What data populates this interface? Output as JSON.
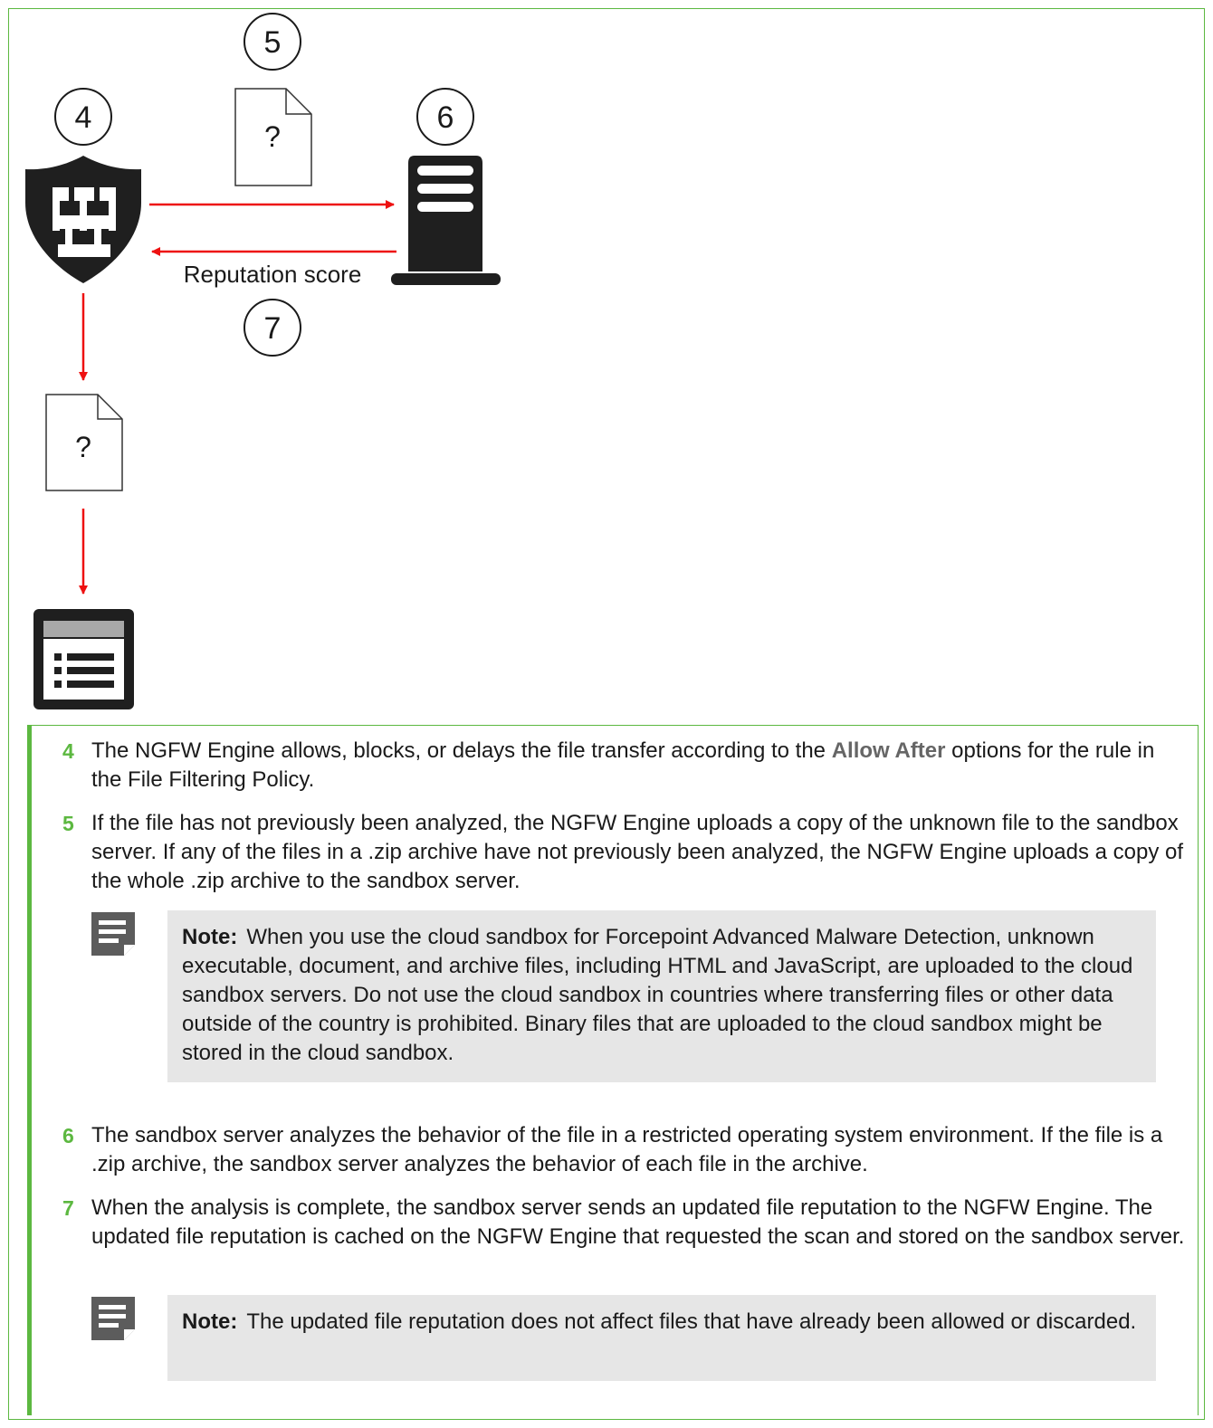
{
  "diagram": {
    "markers": [
      "4",
      "5",
      "6",
      "7"
    ],
    "file_mark": "?",
    "arrow_label": "Reputation score",
    "icons": [
      "firewall-shield-icon",
      "document-icon",
      "server-icon",
      "log-list-icon"
    ]
  },
  "steps": [
    {
      "num": "4",
      "text_before": "The NGFW Engine allows, blocks, or delays the file transfer according to the ",
      "emphasis": "Allow After",
      "text_after": " options for the rule in the File Filtering Policy."
    },
    {
      "num": "5",
      "text": "If the file has not previously been analyzed, the NGFW Engine uploads a copy of the unknown file to the sandbox server. If any of the files in a .zip archive have not previously been analyzed, the NGFW Engine uploads a copy of the whole .zip archive to the sandbox server."
    },
    {
      "num": "6",
      "text": "The sandbox server analyzes the behavior of the file in a restricted operating system environment. If the file is a .zip archive, the sandbox server analyzes the behavior of each file in the archive."
    },
    {
      "num": "7",
      "text": "When the analysis is complete, the sandbox server sends an updated file reputation to the NGFW Engine. The updated file reputation is cached on the NGFW Engine that requested the scan and stored on the sandbox server."
    }
  ],
  "notes": [
    {
      "label": "Note:",
      "text": "When you use the cloud sandbox for Forcepoint Advanced Malware Detection, unknown executable, document, and archive files, including HTML and JavaScript, are uploaded to the cloud sandbox servers. Do not use the cloud sandbox in countries where transferring files or other data outside of the country is prohibited. Binary files that are uploaded to the cloud sandbox might be stored in the cloud sandbox."
    },
    {
      "label": "Note:",
      "text": "The updated file reputation does not affect files that have already been allowed or discarded."
    }
  ],
  "colors": {
    "accent": "#5cb840",
    "arrow": "#ee1111",
    "icon_dark": "#1f1f1f",
    "note_bg": "#e6e6e6",
    "emphasis": "#666666"
  }
}
